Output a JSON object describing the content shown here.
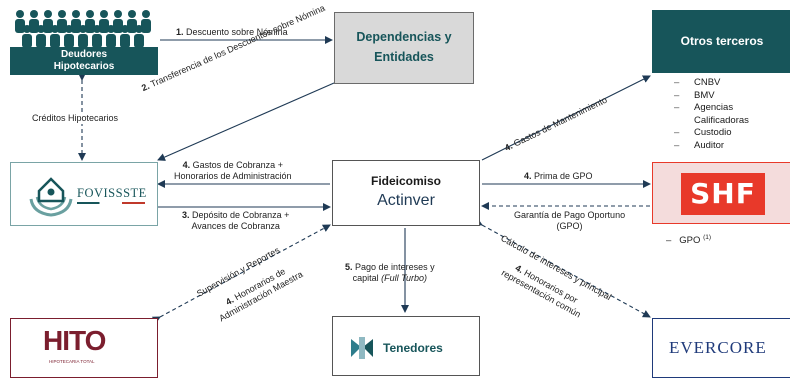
{
  "deudores": {
    "line1": "Deudores",
    "line2": "Hipotecarios"
  },
  "dependencias": {
    "line1": "Dependencias y",
    "line2": "Entidades"
  },
  "otros_terceros": {
    "title": "Otros terceros",
    "items": [
      "CNBV",
      "BMV",
      "Agencias Calificadoras",
      "Custodio",
      "Auditor"
    ]
  },
  "fovissste": {
    "name": "FOVISSSTE"
  },
  "fideicomiso": {
    "line1": "Fideicomiso",
    "line2": "Actinver"
  },
  "shf": {
    "logo": "SHF",
    "note_label": "GPO",
    "note_sup": "(1)"
  },
  "hito": {
    "logo": "HITO",
    "sub": "HIPOTECARIA TOTAL"
  },
  "tenedores": {
    "label": "Tenedores"
  },
  "evercore": {
    "name": "EVERCORE"
  },
  "arrows": {
    "a1": {
      "num": "1.",
      "text": "Descuento sobre Nómina"
    },
    "a2": {
      "num": "2.",
      "text": "Transferencia de los Descuentos sobre Nómina"
    },
    "creditos": "Créditos Hipotecarios",
    "a4_cob": {
      "num": "4.",
      "line1": "Gastos de Cobranza +",
      "line2": "Honorarios de Administración"
    },
    "a3": {
      "num": "3.",
      "line1": "Depósito de Cobranza +",
      "line2": "Avances de Cobranza"
    },
    "a4_mant": {
      "num": "4.",
      "text": "Gastos de Mantenimiento"
    },
    "a4_prima": {
      "num": "4.",
      "text": "Prima de GPO"
    },
    "garantia": {
      "line1": "Garantía de Pago Oportuno",
      "line2": "(GPO)"
    },
    "supervision": "Supervisión y Reportes",
    "a4_hon": {
      "num": "4.",
      "line1": "Honorarios de",
      "line2": "Administración Maestra"
    },
    "a5": {
      "num": "5.",
      "line1": "Pago de intereses y",
      "line2_a": "capital ",
      "line2_b": "(Full Turbo)"
    },
    "calculo": "Cálculo de intereses y principal",
    "a4_rep": {
      "num": "4.",
      "line1": "Honorarios por",
      "line2": "representación común"
    }
  },
  "colors": {
    "teal": "#17555a",
    "grey_box": "#d9d9d9",
    "red": "#e8392a",
    "pink": "#f4dcdc",
    "navy": "#1f3a7a",
    "maroon": "#7b1e2e"
  }
}
